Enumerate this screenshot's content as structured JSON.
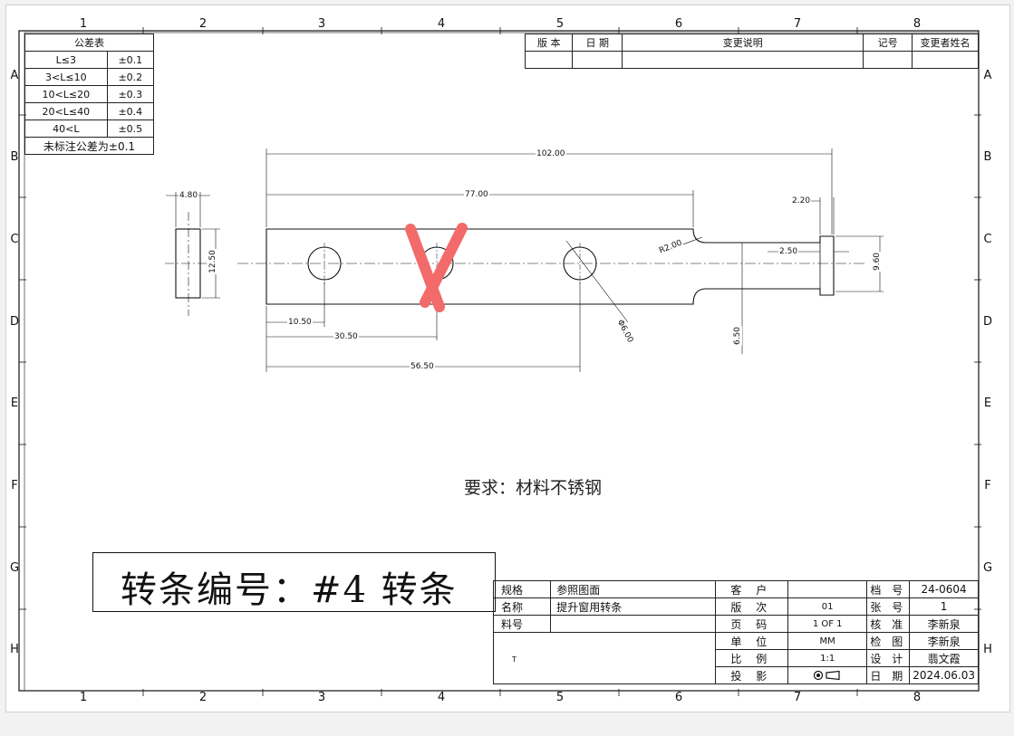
{
  "zones": {
    "columns": [
      "1",
      "2",
      "3",
      "4",
      "5",
      "6",
      "7",
      "8"
    ],
    "rows": [
      "A",
      "B",
      "C",
      "D",
      "E",
      "F",
      "G",
      "H"
    ]
  },
  "tolerance_table": {
    "title": "公差表",
    "rows": [
      {
        "range": "L≤3",
        "tol": "±0.1"
      },
      {
        "range": "3<L≤10",
        "tol": "±0.2"
      },
      {
        "range": "10<L≤20",
        "tol": "±0.3"
      },
      {
        "range": "20<L≤40",
        "tol": "±0.4"
      },
      {
        "range": "40<L",
        "tol": "±0.5"
      }
    ],
    "footer": "未标注公差为±0.1"
  },
  "revision_table": {
    "headers": [
      "版 本",
      "日 期",
      "变更说明",
      "记号",
      "变更者姓名"
    ]
  },
  "dimensions": {
    "overall_length": "102.00",
    "slot_length": "77.00",
    "tip_width": "2.20",
    "neck_radius": "R2.00",
    "neck_length": "2.50",
    "tip_height": "9.60",
    "thickness": "4.80",
    "height": "12.50",
    "hole1_x": "10.50",
    "hole2_x": "30.50",
    "hole3_x": "56.50",
    "hole_dia": "Φ6.00",
    "neck_height": "6.50"
  },
  "requirement": "要求：材料不锈钢",
  "part_label": "转条编号：#4 转条",
  "title_block": {
    "spec_label": "规格",
    "spec_value": "参照图面",
    "name_label": "名称",
    "name_value": "提升窗用转条",
    "material_label": "料号",
    "material_value": "",
    "mark": "T",
    "customer_label": "客 户",
    "customer_value": "",
    "version_label": "版 次",
    "version_value": "01",
    "page_label": "页 码",
    "page_value": "1 OF 1",
    "unit_label": "单 位",
    "unit_value": "MM",
    "scale_label": "比 例",
    "scale_value": "1:1",
    "projection_label": "投 影",
    "doc_no_label": "档 号",
    "doc_no_value": "24-0604",
    "sheet_label": "张 号",
    "sheet_value": "1",
    "approve_label": "核 准",
    "approve_value": "李新泉",
    "check_label": "检 图",
    "check_value": "李新泉",
    "design_label": "设 计",
    "design_value": "翡文霞",
    "date_label": "日 期",
    "date_value": "2024.06.03"
  },
  "colors": {
    "line": "#111111",
    "annotation_mark": "#f26a6a"
  }
}
